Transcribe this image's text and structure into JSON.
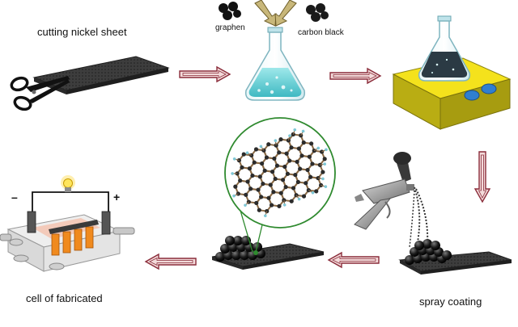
{
  "labels": {
    "cutting": "cutting nickel sheet",
    "graphen": "graphen",
    "carbon_black": "carbon black",
    "spray": "spray coating",
    "cell": "cell of fabricated"
  },
  "circuit": {
    "minus": "–",
    "plus": "+"
  },
  "colors": {
    "arrow_fill": "#f3dada",
    "arrow_stroke": "#8a2c3a",
    "sheet": "#3a3a3a",
    "liquid": "#6cd6da",
    "stirrer_top": "#f4e21c",
    "stirrer_side": "#b9ad13",
    "knob": "#2f7fd0",
    "zoom_circle": "#2f8a2f",
    "electrode": "#f08a1e"
  }
}
